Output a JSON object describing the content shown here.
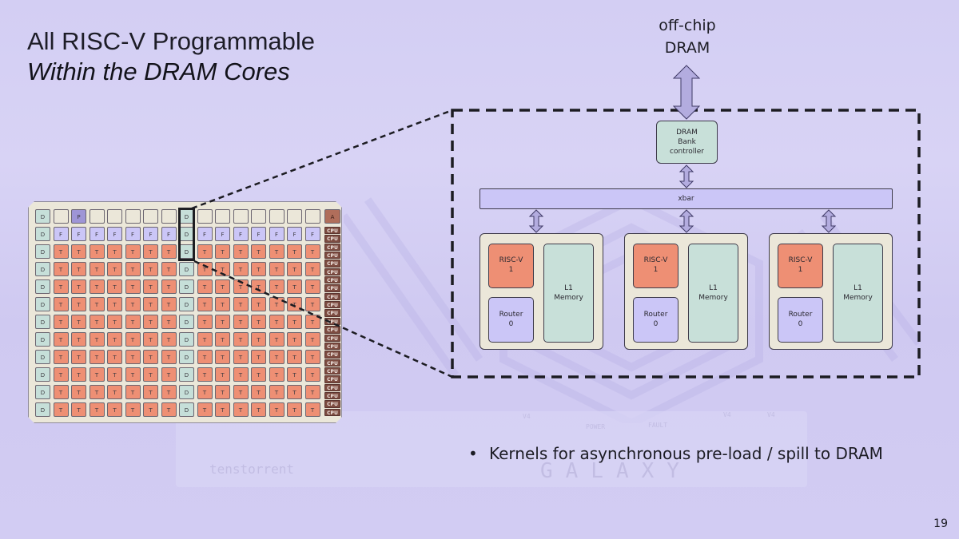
{
  "slide": {
    "title_line1": "All RISC-V Programmable",
    "title_line2": "Within the DRAM Cores",
    "page_number": "19",
    "bullets": [
      "Kernels for asynchronous pre-load / spill to DRAM"
    ],
    "background_labels": [
      "V4",
      "POWER",
      "FAULT",
      "V4",
      "V4",
      "GALAXY",
      "tenstorrent"
    ]
  },
  "chip_grid": {
    "rows": [
      [
        "D",
        "",
        "P",
        "",
        "",
        "",
        "",
        "",
        "D",
        "",
        "",
        "",
        "",
        "",
        "",
        ""
      ],
      [
        "D",
        "F",
        "F",
        "F",
        "F",
        "F",
        "F",
        "F",
        "D",
        "F",
        "F",
        "F",
        "F",
        "F",
        "F",
        "F"
      ],
      [
        "D",
        "T",
        "T",
        "T",
        "T",
        "T",
        "T",
        "T",
        "D",
        "T",
        "T",
        "T",
        "T",
        "T",
        "T",
        "T"
      ],
      [
        "D",
        "T",
        "T",
        "T",
        "T",
        "T",
        "T",
        "T",
        "D",
        "T",
        "T",
        "T",
        "T",
        "T",
        "T",
        "T"
      ],
      [
        "D",
        "T",
        "T",
        "T",
        "T",
        "T",
        "T",
        "T",
        "D",
        "T",
        "T",
        "T",
        "T",
        "T",
        "T",
        "T"
      ],
      [
        "D",
        "T",
        "T",
        "T",
        "T",
        "T",
        "T",
        "T",
        "D",
        "T",
        "T",
        "T",
        "T",
        "T",
        "T",
        "T"
      ],
      [
        "D",
        "T",
        "T",
        "T",
        "T",
        "T",
        "T",
        "T",
        "D",
        "T",
        "T",
        "T",
        "T",
        "T",
        "T",
        "T"
      ],
      [
        "D",
        "T",
        "T",
        "T",
        "T",
        "T",
        "T",
        "T",
        "D",
        "T",
        "T",
        "T",
        "T",
        "T",
        "T",
        "T"
      ],
      [
        "D",
        "T",
        "T",
        "T",
        "T",
        "T",
        "T",
        "T",
        "D",
        "T",
        "T",
        "T",
        "T",
        "T",
        "T",
        "T"
      ],
      [
        "D",
        "T",
        "T",
        "T",
        "T",
        "T",
        "T",
        "T",
        "D",
        "T",
        "T",
        "T",
        "T",
        "T",
        "T",
        "T"
      ],
      [
        "D",
        "T",
        "T",
        "T",
        "T",
        "T",
        "T",
        "T",
        "D",
        "T",
        "T",
        "T",
        "T",
        "T",
        "T",
        "T"
      ],
      [
        "D",
        "T",
        "T",
        "T",
        "T",
        "T",
        "T",
        "T",
        "D",
        "T",
        "T",
        "T",
        "T",
        "T",
        "T",
        "T"
      ]
    ],
    "side_column": {
      "top_label": "A",
      "cpu_label": "CPU",
      "cpu_count": 23
    },
    "highlighted": {
      "column": 8,
      "rows": [
        0,
        2
      ]
    }
  },
  "dram_diagram": {
    "offchip_line1": "off-chip",
    "offchip_line2": "DRAM",
    "controller": [
      "DRAM",
      "Bank",
      "controller"
    ],
    "xbar_label": "xbar",
    "tiles": [
      {
        "risc": [
          "RISC-V",
          "1"
        ],
        "router": [
          "Router",
          "0"
        ],
        "memory": [
          "L1",
          "Memory"
        ]
      },
      {
        "risc": [
          "RISC-V",
          "1"
        ],
        "router": [
          "Router",
          "0"
        ],
        "memory": [
          "L1",
          "Memory"
        ]
      },
      {
        "risc": [
          "RISC-V",
          "1"
        ],
        "router": [
          "Router",
          "0"
        ],
        "memory": [
          "L1",
          "Memory"
        ]
      }
    ]
  },
  "colors": {
    "background": "#d3cef3",
    "dram_tile": "#c6dfd9",
    "tensix_tile": "#ee8f74",
    "fabric_tile": "#cbc6f7",
    "pcie_tile": "#9e95d6",
    "cpu_tile": "#7d4c41",
    "arrow_fill": "#b3acdf"
  }
}
